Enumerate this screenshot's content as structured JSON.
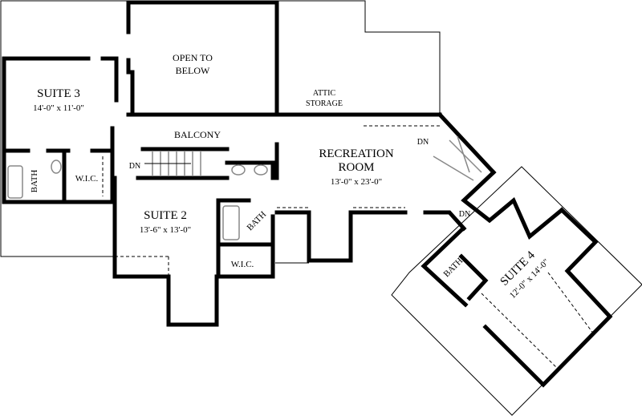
{
  "rooms": {
    "open_to_below": {
      "line1": "OPEN TO",
      "line2": "BELOW"
    },
    "suite3": {
      "name": "SUITE 3",
      "dims": "14'-0\" x 11'-0\""
    },
    "suite3_bath": "BATH",
    "suite3_wic": "W.I.C.",
    "balcony": "BALCONY",
    "stair_dn_left": "DN",
    "attic": {
      "line1": "ATTIC",
      "line2": "STORAGE"
    },
    "recreation": {
      "line1": "RECREATION",
      "line2": "ROOM",
      "dims": "13'-0\" x 23'-0\""
    },
    "stair_dn_right": "DN",
    "suite2": {
      "name": "SUITE 2",
      "dims": "13'-6\" x 13'-0\""
    },
    "suite2_bath": "BATH",
    "suite2_wic": "W.I.C.",
    "hall_dn": "DN",
    "suite4_bath": "BATH",
    "suite4": {
      "name": "SUITE 4",
      "dims": "12'-0\" x 14'-0\""
    }
  },
  "colors": {
    "walls": "#000000",
    "background": "#ffffff",
    "fixtures": "#888888"
  }
}
